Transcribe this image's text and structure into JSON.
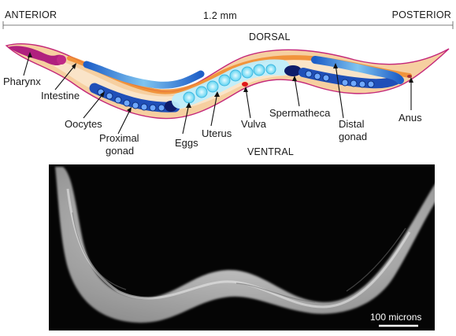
{
  "axis": {
    "anterior": "ANTERIOR",
    "posterior": "POSTERIOR",
    "length": "1.2  mm"
  },
  "orientation": {
    "dorsal": "DORSAL",
    "ventral": "VENTRAL"
  },
  "labels": {
    "pharynx": "Pharynx",
    "intestine": "Intestine",
    "oocytes": "Oocytes",
    "proximal_gonad_1": "Proximal",
    "proximal_gonad_2": "gonad",
    "eggs": "Eggs",
    "uterus": "Uterus",
    "vulva": "Vulva",
    "spermatheca": "Spermatheca",
    "distal_gonad_1": "Distal",
    "distal_gonad_2": "gonad",
    "anus": "Anus"
  },
  "photo": {
    "scale_bar_label": "100 microns"
  },
  "colors": {
    "cuticle": "#c4287a",
    "body": "#f2c08c",
    "gonad": "#2a6fd0",
    "pharynx": "#b0207e",
    "photo_bg": "#050505"
  }
}
